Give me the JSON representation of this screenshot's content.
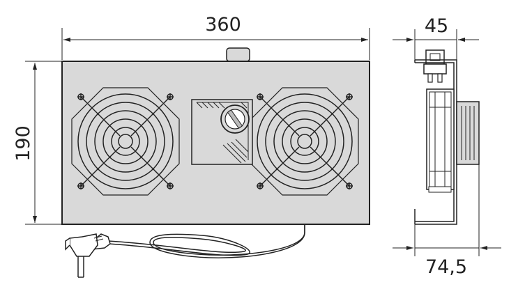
{
  "dimensions": {
    "width": "360",
    "height": "190",
    "depth_top": "45",
    "depth_bottom": "74,5"
  },
  "colors": {
    "panel_fill": "#d9d9d9",
    "line": "#222222",
    "background": "#ffffff"
  },
  "icons": [
    "fan-icon",
    "thermostat-icon",
    "power-switch-icon",
    "power-plug-icon"
  ]
}
